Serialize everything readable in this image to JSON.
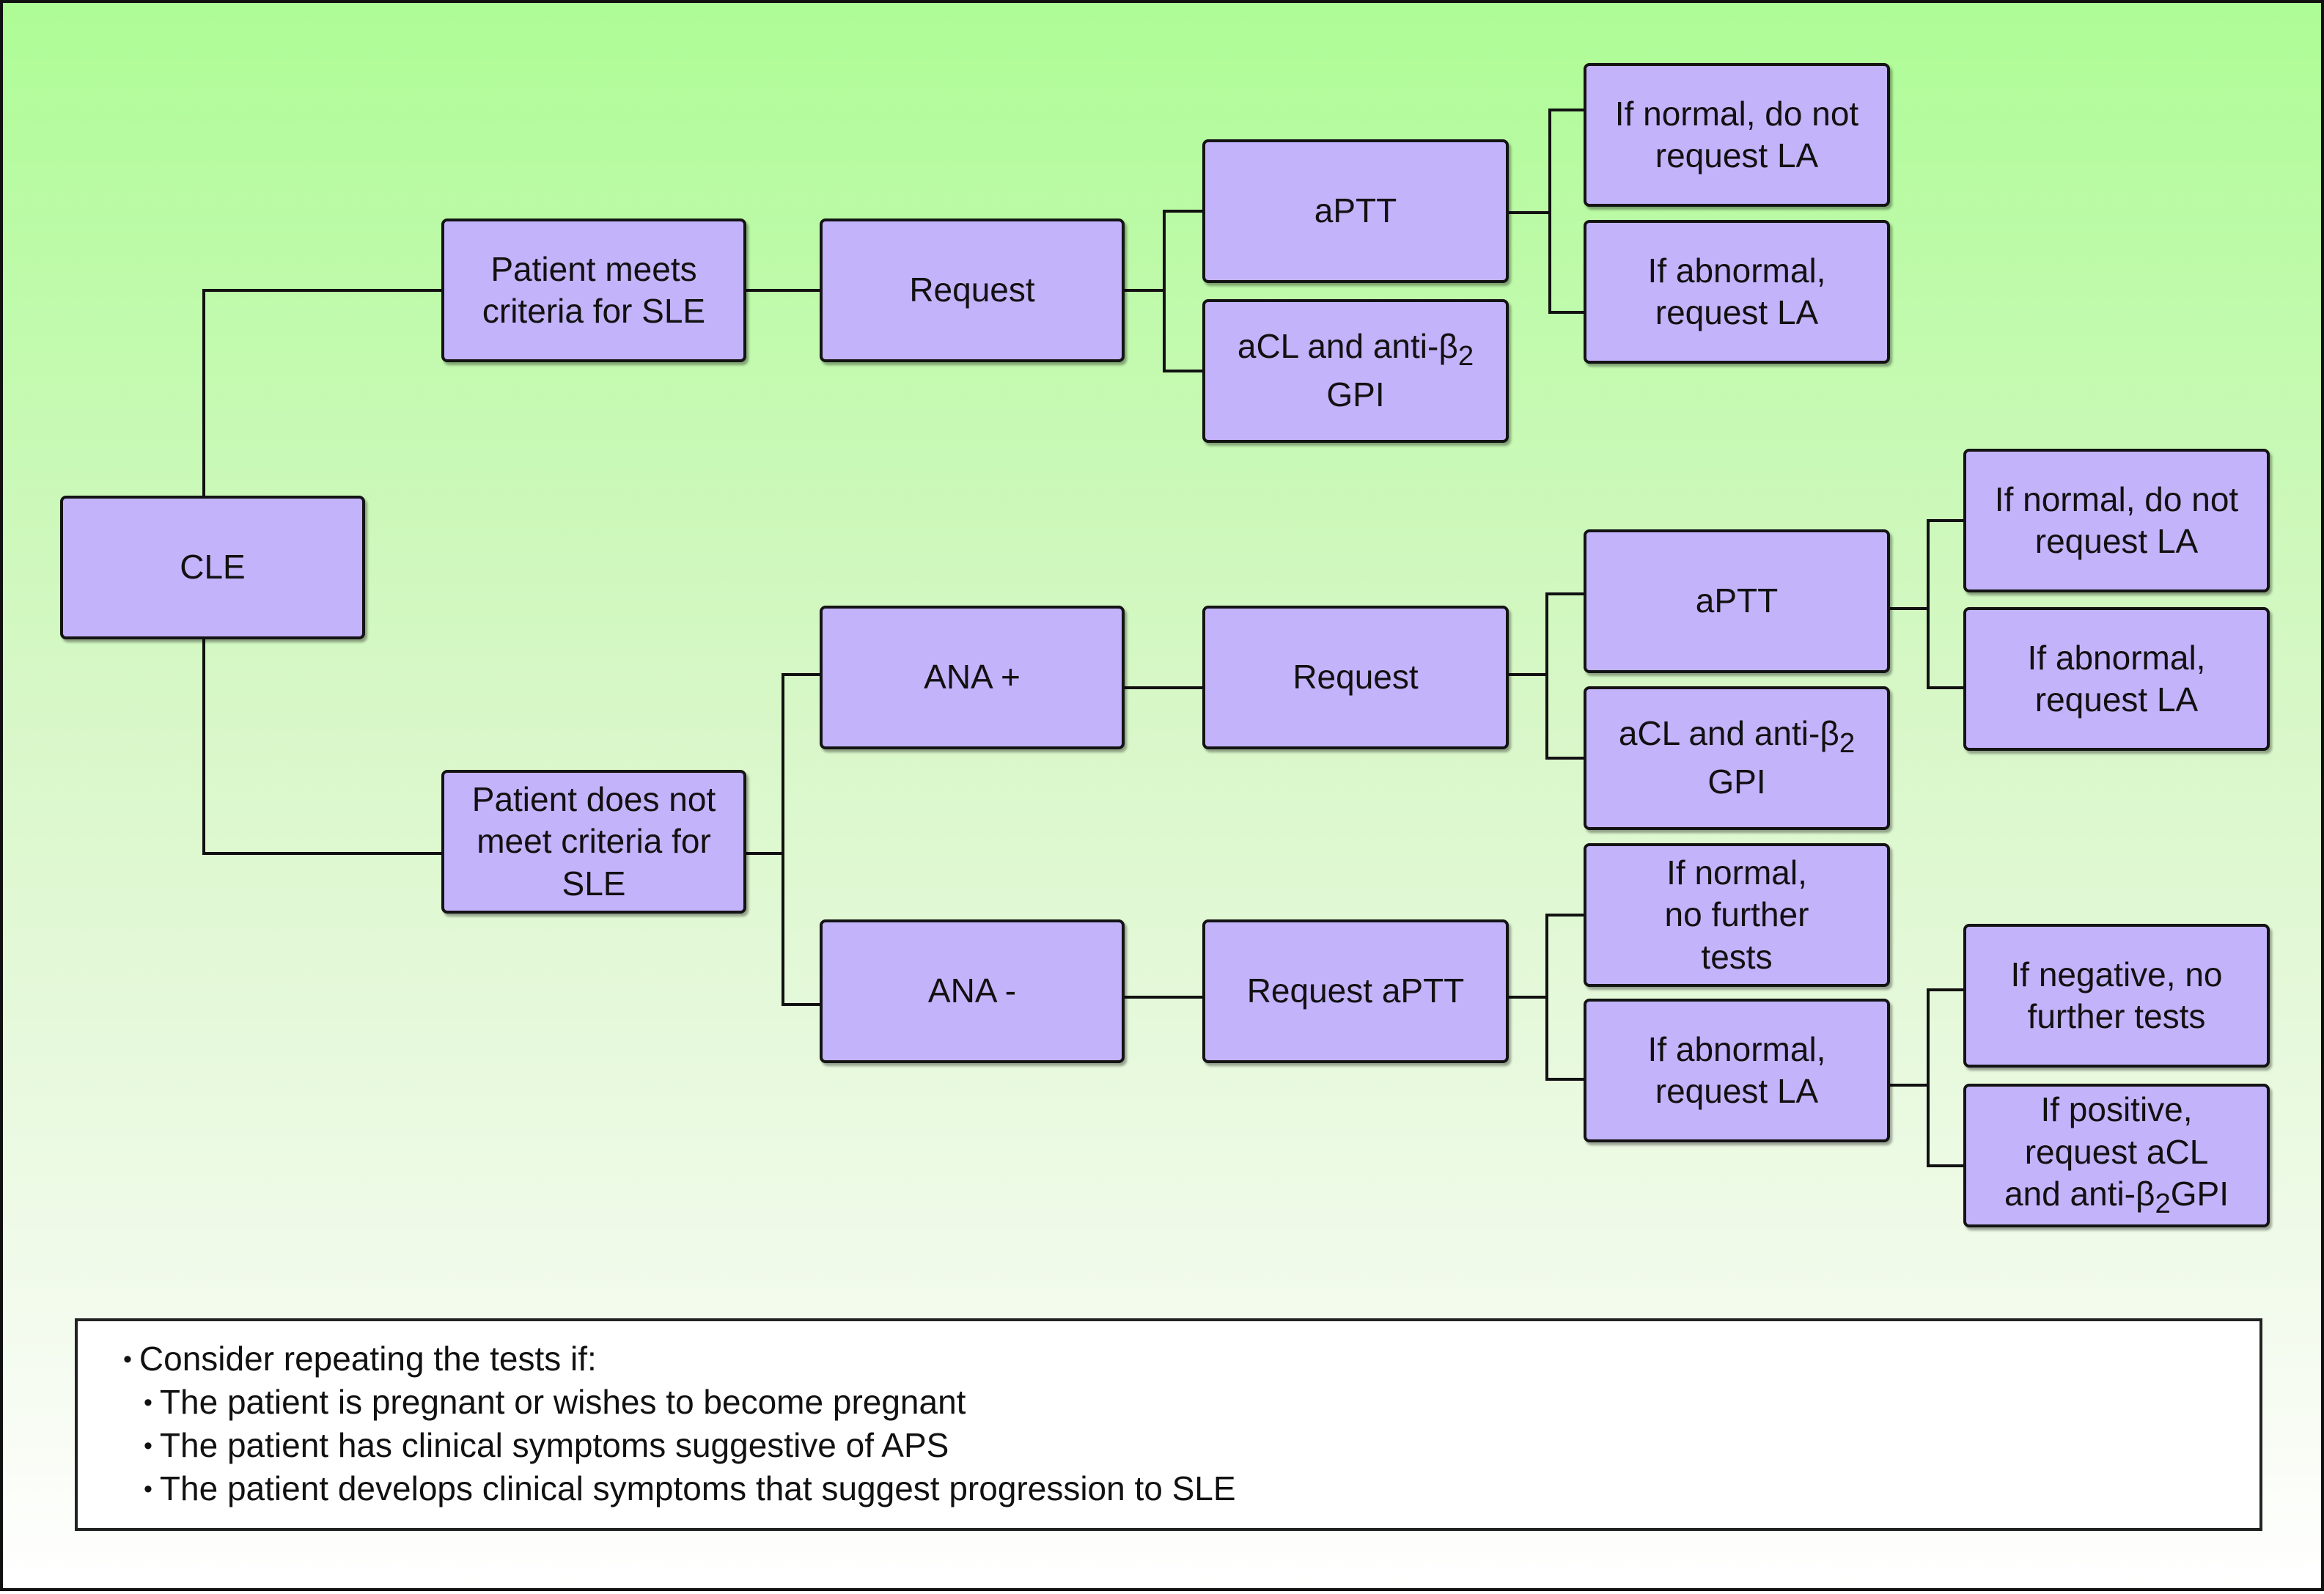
{
  "nodes": {
    "cle": "CLE",
    "meets": "Patient meets\ncriteria for SLE",
    "not_meets": "Patient does not\nmeet criteria for\nSLE",
    "request_top": "Request",
    "aptt_top": "aPTT",
    "acl_top_text": "aCL and anti-",
    "acl_top_beta": "β",
    "acl_top_sub": "2",
    "acl_top_gpi": "GPI",
    "top_normal": "If normal, do not\nrequest LA",
    "top_abnormal": "If abnormal,\nrequest LA",
    "ana_pos": "ANA +",
    "ana_neg": "ANA -",
    "request_mid": "Request",
    "aptt_mid": "aPTT",
    "acl_mid_text": "aCL and anti-",
    "acl_mid_beta": "β",
    "acl_mid_sub": "2",
    "acl_mid_gpi": "GPI",
    "mid_normal": "If normal, do not\nrequest LA",
    "mid_abnormal": "If abnormal,\nrequest LA",
    "request_aptt": "Request aPTT",
    "low_normal": "If normal,\nno further\ntests",
    "low_abnormal": "If abnormal,\nrequest LA",
    "la_negative": "If negative, no\nfurther tests",
    "la_positive_l1": "If positive,",
    "la_positive_l2": "request aCL",
    "la_positive_l3a": "and anti-",
    "la_positive_beta": "β",
    "la_positive_sub": "2",
    "la_positive_l3b": "GPI"
  },
  "notes": {
    "heading": "Consider repeating the tests if:",
    "items": [
      "The patient is pregnant or wishes to become pregnant",
      "The patient has clinical symptoms suggestive of APS",
      "The patient develops clinical symptoms that suggest progression to SLE"
    ]
  }
}
